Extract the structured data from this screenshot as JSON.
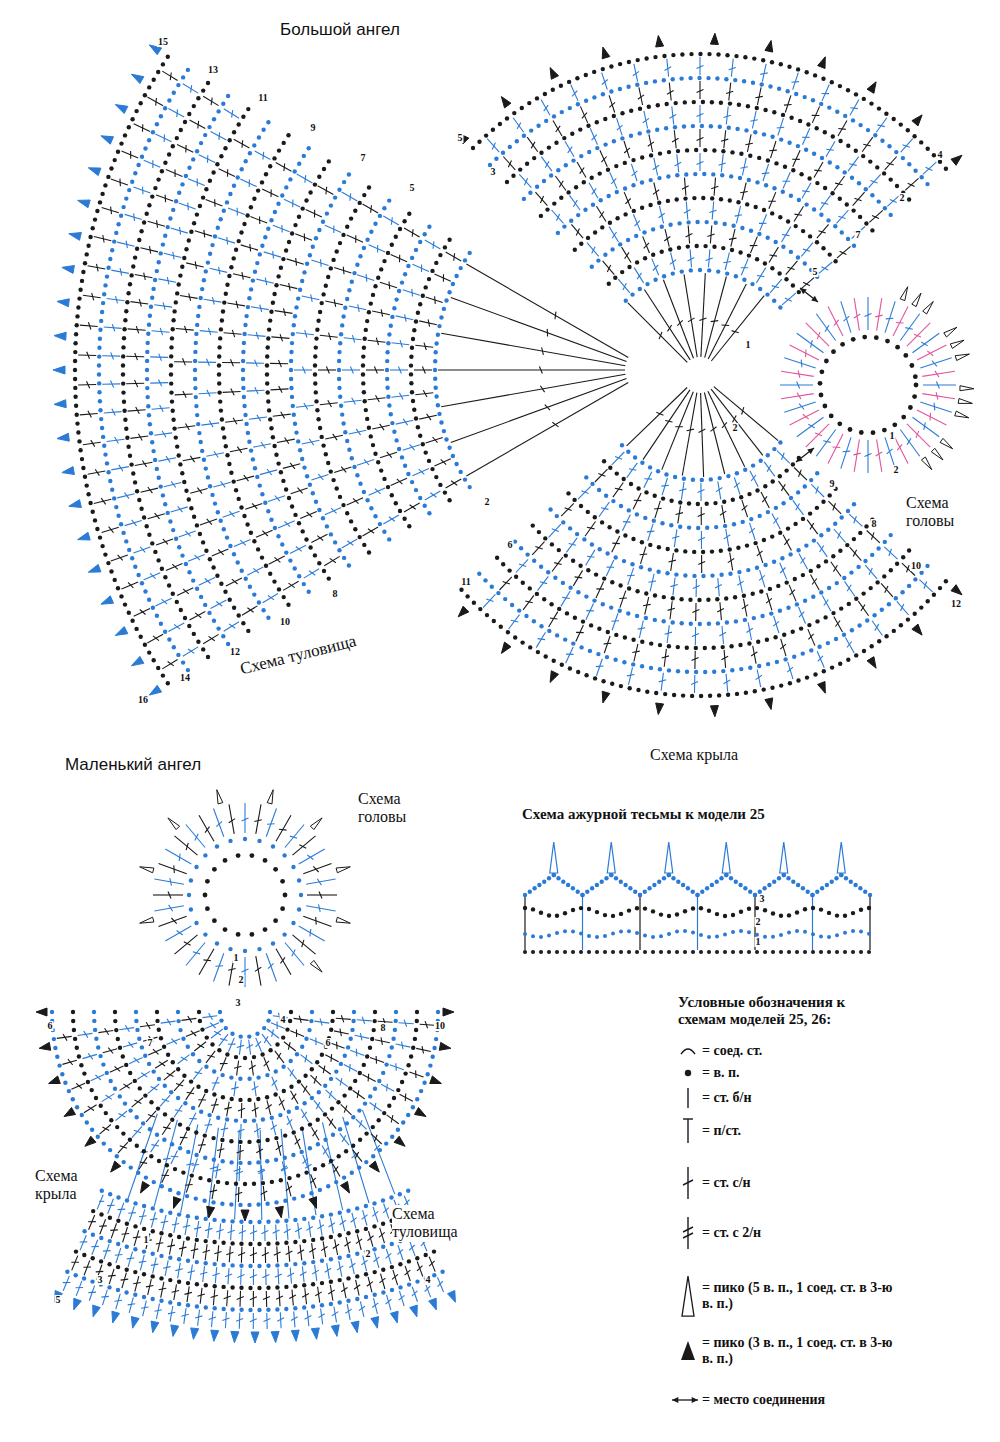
{
  "diagram": {
    "labels": [
      "Большой ангел",
      "Схема туловища",
      "Схема крыла",
      "Схема головы",
      "Маленький ангел",
      "Схема головы",
      "Схема крыла",
      "Схема туловища",
      "Схема ажурной тесьмы к модели 25",
      "Условные обозначения к схемам моделей 25, 26:",
      "15",
      "13",
      "11",
      "9",
      "7",
      "5",
      "16",
      "14",
      "12",
      "10",
      "8",
      "2",
      "5",
      "3",
      "4",
      "2",
      "7",
      "5",
      "1",
      "2",
      "9",
      "8",
      "10",
      "12",
      "6",
      "11",
      "1",
      "2",
      "1",
      "2",
      "3",
      "4",
      "6",
      "7",
      "6",
      "8",
      "10",
      "1",
      "2",
      "3",
      "4",
      "5",
      "1",
      "2",
      "3"
    ],
    "legend": [
      {
        "text": "= соед. ст."
      },
      {
        "text": "= в. п."
      },
      {
        "text": "= ст. б/н"
      },
      {
        "text": "= п/ст."
      },
      {
        "text": "= ст. с/н"
      },
      {
        "text": "= ст. с 2/н"
      },
      {
        "text": "= пико (5 в. п., 1 соед. ст. в 3-ю в. п.)"
      },
      {
        "text": "= пико (3 в. п., 1 соед. ст. в 3-ю в. п.)"
      },
      {
        "text": "= место соединения"
      }
    ]
  }
}
